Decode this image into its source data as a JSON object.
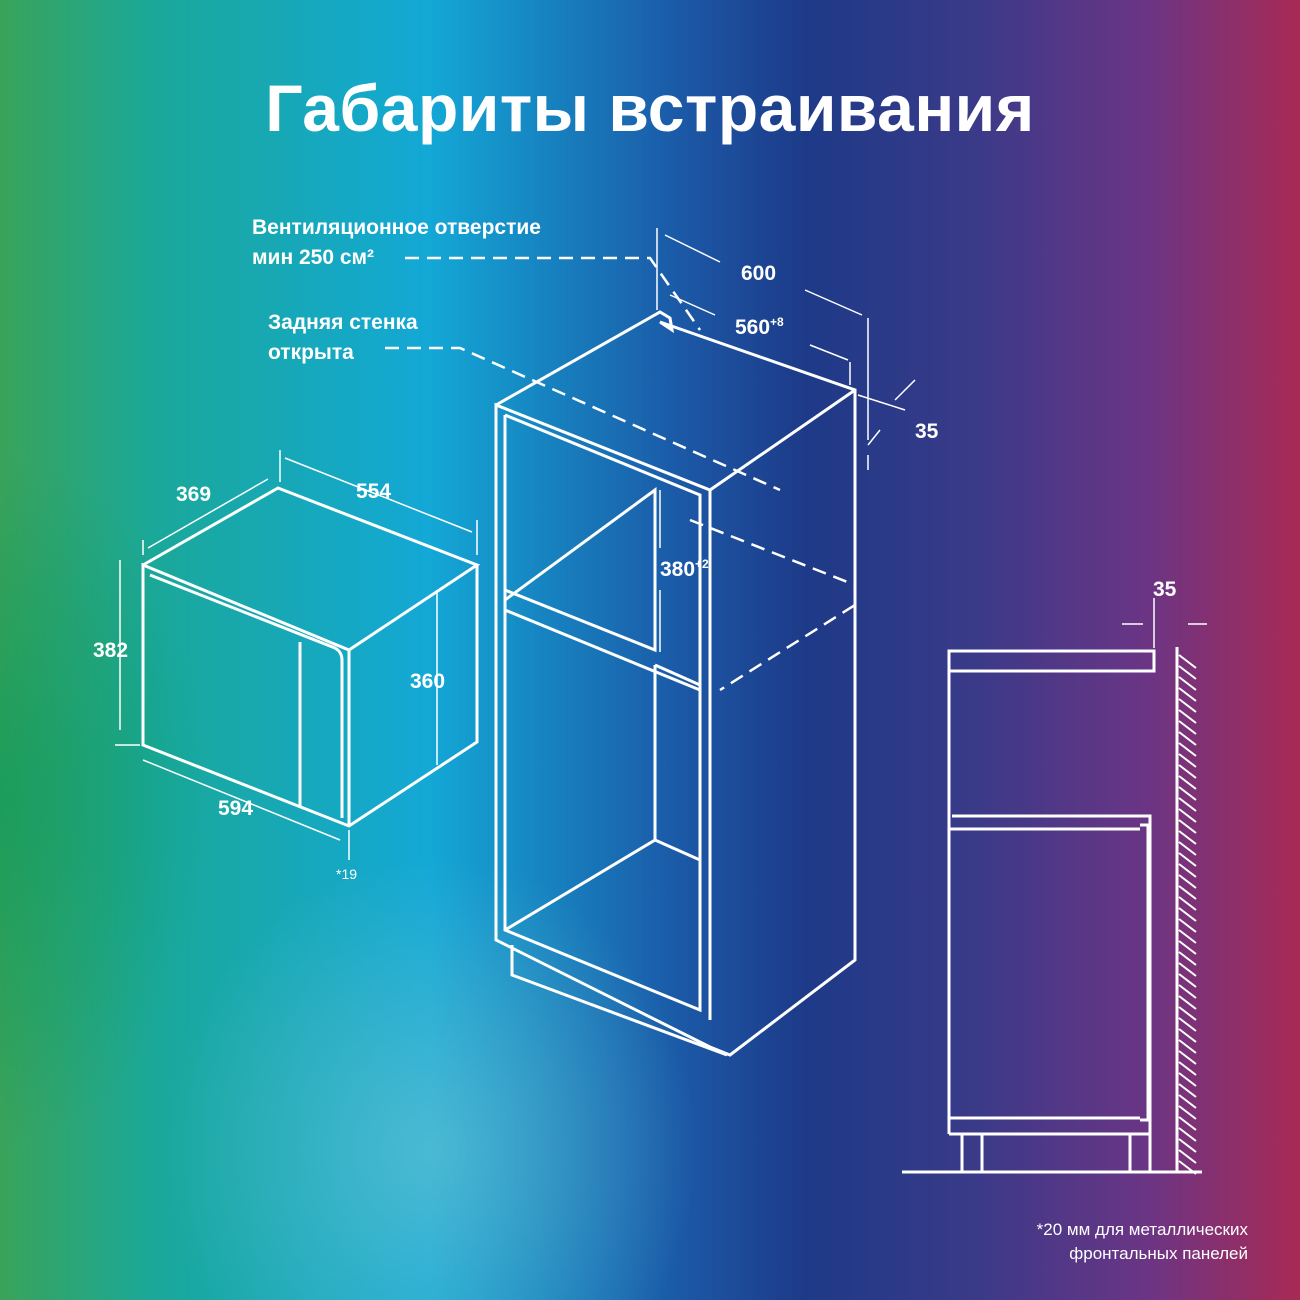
{
  "title": "Габариты встраивания",
  "labels": {
    "vent_line1": "Вентиляционное отверстие",
    "vent_line2": "мин 250 см²",
    "rear_line1": "Задняя стенка",
    "rear_line2": "открыта"
  },
  "cabinet_dims": {
    "width_outer": "600",
    "width_inner": "560",
    "width_inner_tol": "+8",
    "gap": "35",
    "niche_height": "380",
    "niche_height_tol": "+2"
  },
  "appliance_dims": {
    "depth": "369",
    "body_width": "554",
    "height": "382",
    "body_height": "360",
    "width": "594",
    "front_note": "*19"
  },
  "side_view": {
    "gap": "35"
  },
  "footnote": {
    "line1": "*20 мм для металлических",
    "line2": "фронтальных панелей"
  }
}
